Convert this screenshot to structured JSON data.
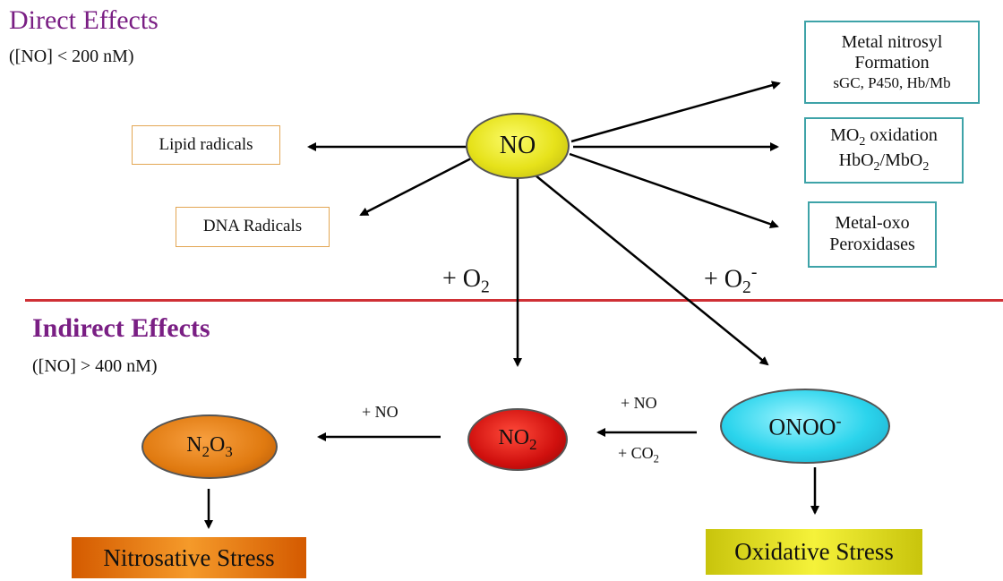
{
  "direct": {
    "title": "Direct Effects",
    "condition": "([NO] < 200 nM)"
  },
  "indirect": {
    "title": "Indirect Effects",
    "condition": "([NO] > 400 nM)"
  },
  "nodes": {
    "no": "NO",
    "no2_base": "NO",
    "no2_sub": "2",
    "onoo_base": "ONOO",
    "onoo_sup": "-",
    "n2o3_n": "N",
    "n2o3_sub1": "2",
    "n2o3_o": "O",
    "n2o3_sub2": "3"
  },
  "boxes": {
    "lipid": "Lipid radicals",
    "dna": "DNA Radicals",
    "metal_nitrosyl_line1": "Metal nitrosyl",
    "metal_nitrosyl_line2": "Formation",
    "metal_nitrosyl_line3": "sGC, P450, Hb/Mb",
    "mo2_base": "MO",
    "mo2_sub": "2",
    "mo2_rest": " oxidation",
    "hbo2_a": "HbO",
    "hbo2_sub1": "2",
    "hbo2_b": "/MbO",
    "hbo2_sub2": "2",
    "metal_oxo_line1": "Metal-oxo",
    "metal_oxo_line2": "Peroxidases"
  },
  "reagents": {
    "o2_prefix": "+ O",
    "o2_sub": "2",
    "o2minus_prefix": "+ O",
    "o2minus_sub": "2",
    "o2minus_sup": "-",
    "plus_no_left": "+ NO",
    "plus_no_right": "+ NO",
    "plus_co2_prefix": "+ CO",
    "plus_co2_sub": "2"
  },
  "stress": {
    "nitrosative": "Nitrosative Stress",
    "oxidative": "Oxidative Stress"
  },
  "colors": {
    "heading": "#7a1f84",
    "divider": "#cf3035",
    "no_node": "#e6e21a",
    "no2_node": "#d0100e",
    "onoo_node": "#2bd4ec",
    "n2o3_node": "#e07a10",
    "nitrosative": "#f59a2a",
    "oxidative": "#f5f23a",
    "orange_box_border": "#e3a653",
    "teal_box_border": "#3ea3a8"
  }
}
